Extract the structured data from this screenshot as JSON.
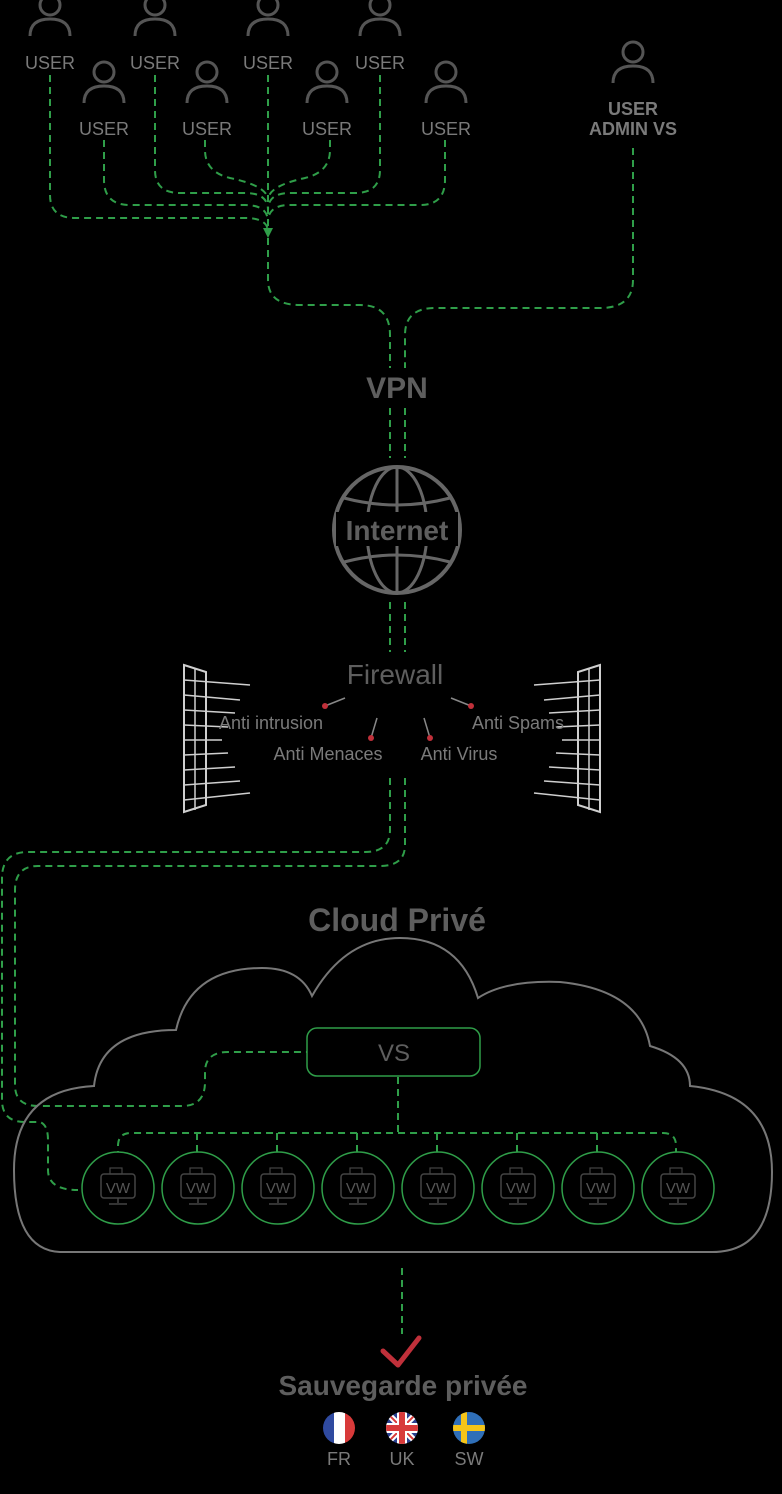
{
  "users": {
    "top_row": [
      "USER",
      "USER",
      "USER",
      "USER"
    ],
    "bottom_row": [
      "USER",
      "USER",
      "USER",
      "USER"
    ],
    "admin_line1": "USER",
    "admin_line2": "ADMIN VS"
  },
  "vpn": {
    "label": "VPN"
  },
  "internet": {
    "label": "Internet"
  },
  "firewall": {
    "label": "Firewall",
    "features": [
      "Anti intrusion",
      "Anti Menaces",
      "Anti Virus",
      "Anti Spams"
    ]
  },
  "cloud": {
    "label": "Cloud Privé",
    "vs_label": "VS",
    "vm_label": "VW",
    "vm_count": 8
  },
  "backup": {
    "label": "Sauvegarde privée",
    "locations": [
      "FR",
      "UK",
      "SW"
    ]
  },
  "colors": {
    "background": "#000000",
    "connector": "#2f9e49",
    "accent": "#c0303a",
    "icon": "#555555",
    "text": "#7a7a7a"
  },
  "icons": {
    "user": "user-icon",
    "internet": "globe-icon",
    "firewall": "brick-wall-icon",
    "cloud": "cloud-icon",
    "vm": "virtual-machine-icon",
    "backup": "checkmark-icon",
    "flags": [
      "france-flag-icon",
      "uk-flag-icon",
      "sweden-flag-icon"
    ]
  }
}
